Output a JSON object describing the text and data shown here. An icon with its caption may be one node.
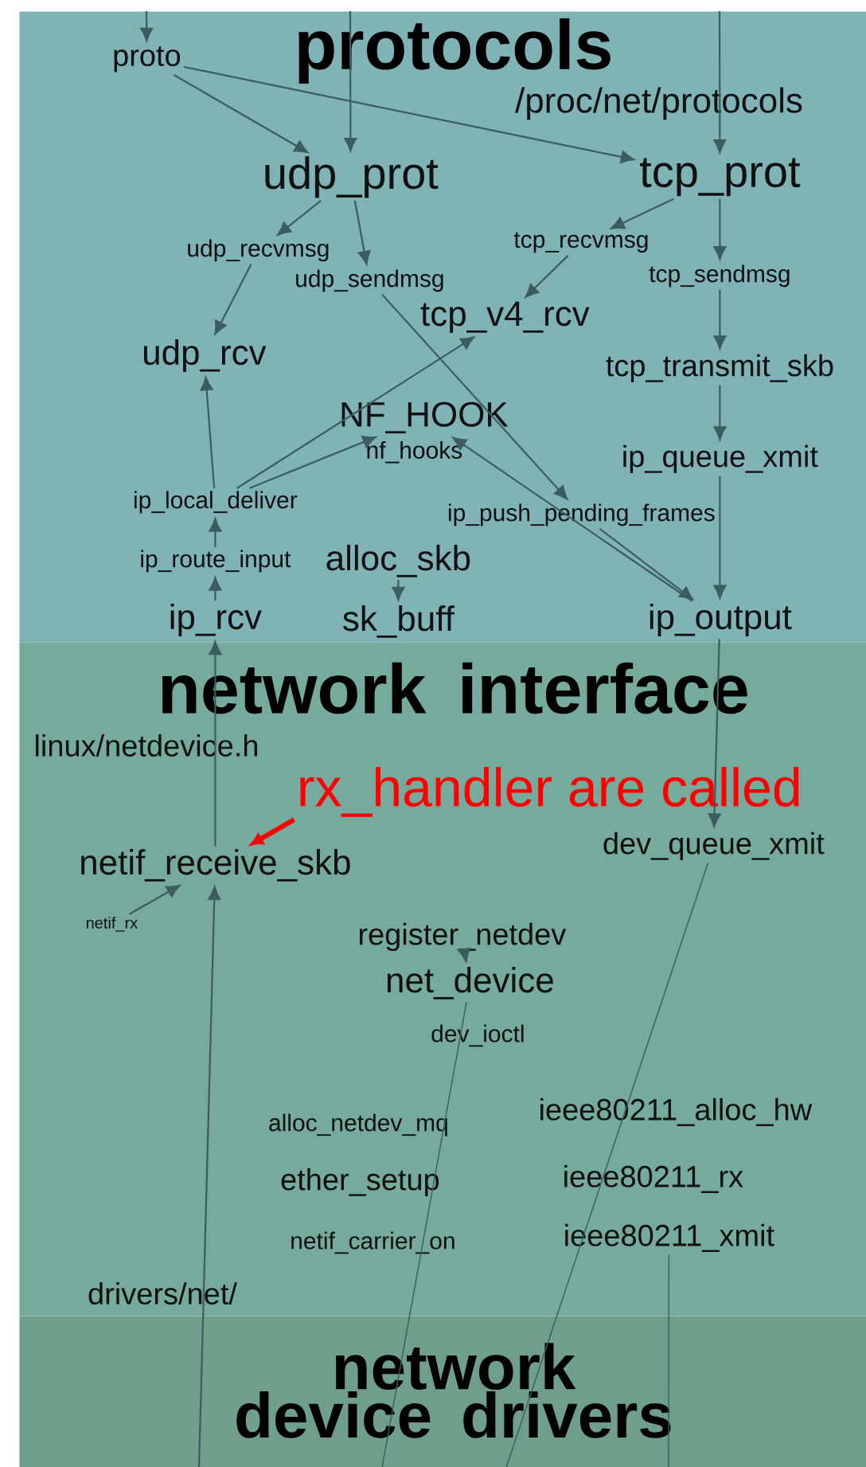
{
  "diagram": {
    "nodes": [
      {
        "text": [
          "protocols"
        ]
      },
      {
        "text": [
          "network interface"
        ]
      },
      {
        "text": [
          "network device drivers"
        ]
      },
      {
        "text": [
          "proto"
        ],
        "in": 0
      },
      {
        "text": [
          "udp_prot"
        ],
        "in": 0
      },
      {
        "text": [
          "tcp_prot"
        ],
        "in": 0
      },
      {
        "text": [
          "udp_recvmsg"
        ],
        "in": 0
      },
      {
        "text": [
          "tcp_recvmsg"
        ],
        "in": 0
      },
      {
        "text": [
          "tcp_sendmsg"
        ],
        "in": 0
      },
      {
        "text": [
          "udp_sendmsg"
        ],
        "in": 0
      },
      {
        "text": [
          "tcp_v4_rcv"
        ],
        "in": 0
      },
      {
        "text": [
          "udp_rcv"
        ],
        "in": 0
      },
      {
        "text": [
          "tcp_transmit_skb"
        ],
        "in": 0
      },
      {
        "text": [
          "NF_HOOK"
        ],
        "beside": [
          "nf_hooks"
        ],
        "in": 0
      },
      {
        "text": [
          "ip_queue_xmit"
        ],
        "in": 0
      },
      {
        "text": [
          "ip_local_deliver"
        ],
        "in": 0
      },
      {
        "text": [
          "ip_push_pending_frames"
        ],
        "in": 0
      },
      {
        "text": [
          "ip_route_input"
        ],
        "in": 0
      },
      {
        "text": [
          "alloc_skb"
        ],
        "in": 0
      },
      {
        "text": [
          "ip_rcv"
        ],
        "in": 0
      },
      {
        "text": [
          "sk_buff"
        ],
        "in": 0
      },
      {
        "text": [
          "ip_output"
        ],
        "in": 0
      },
      {
        "text": [
          "rx_handler are called"
        ],
        "in": 1
      },
      {
        "text": [
          "dev_queue_xmit"
        ],
        "in": 1
      },
      {
        "text": [
          "netif_receive_skb"
        ],
        "in": 1
      },
      {
        "text": [
          "netif_rx"
        ],
        "in": 1
      },
      {
        "text": [
          "register_netdev"
        ],
        "in": 1
      },
      {
        "text": [
          "net_device"
        ],
        "in": 1
      },
      {
        "text": [
          "dev_ioctl"
        ],
        "in": 1
      },
      {
        "text": [
          "ieee80211_alloc_hw"
        ],
        "in": 1
      },
      {
        "text": [
          "alloc_netdev_mq"
        ],
        "in": 1
      },
      {
        "text": [
          "ieee80211_rx"
        ],
        "in": 1
      },
      {
        "text": [
          "ether_setup"
        ],
        "in": 1
      },
      {
        "text": [
          "ieee80211_xmit"
        ],
        "in": 1
      },
      {
        "text": [
          "netif_carrier_on"
        ],
        "in": 1
      }
    ],
    "edges": [
      {
        "from": null,
        "to": 3,
        "arrow": "to"
      },
      {
        "from": null,
        "to": 4,
        "arrow": "to"
      },
      {
        "from": null,
        "to": 5,
        "arrow": "to"
      },
      {
        "from": 3,
        "to": 4,
        "arrow": "to"
      },
      {
        "from": 3,
        "to": 5,
        "arrow": "to"
      },
      {
        "from": 4,
        "to": 6,
        "arrow": "to"
      },
      {
        "from": 4,
        "to": 9,
        "arrow": "to"
      },
      {
        "from": 5,
        "to": 7,
        "arrow": "to"
      },
      {
        "from": 5,
        "to": 8,
        "arrow": "to"
      },
      {
        "from": 6,
        "to": 11,
        "arrow": "to"
      },
      {
        "from": 7,
        "to": 10,
        "arrow": "to"
      },
      {
        "from": 8,
        "to": 12,
        "arrow": "to"
      },
      {
        "from": 9,
        "to": 16,
        "arrow": "to"
      },
      {
        "from": 12,
        "to": 14,
        "arrow": "to"
      },
      {
        "from": 14,
        "to": 21,
        "arrow": "to"
      },
      {
        "from": 15,
        "to": 11,
        "arrow": "to"
      },
      {
        "from": 15,
        "to": 10,
        "arrow": "to"
      },
      {
        "from": 15,
        "to": 13,
        "arrow": "to"
      },
      {
        "from": 21,
        "to": 13,
        "arrow": "to"
      },
      {
        "from": 16,
        "to": 21,
        "arrow": "to"
      },
      {
        "from": 17,
        "to": 15,
        "arrow": "to"
      },
      {
        "from": 19,
        "to": 17,
        "arrow": "to"
      },
      {
        "from": 18,
        "to": 20,
        "arrow": "to"
      },
      {
        "from": 22,
        "to": 24,
        "arrow": "to",
        "style": "thick",
        "color": "#ff0000"
      },
      {
        "from": 24,
        "to": 19,
        "arrow": "to"
      },
      {
        "from": 25,
        "to": 24,
        "arrow": "to"
      },
      {
        "from": 21,
        "to": 23,
        "arrow": "to"
      },
      {
        "from": 26,
        "to": 27,
        "arrow": "to"
      },
      {
        "from": 2,
        "to": 24,
        "arrow": "to"
      },
      {
        "from": 27,
        "to": 2,
        "arrow": "none"
      },
      {
        "from": 23,
        "to": 2,
        "arrow": "none"
      },
      {
        "from": 33,
        "to": 2,
        "arrow": "none"
      }
    ],
    "labels": [
      "/proc/net/protocols",
      "linux/netdevice.h",
      "drivers/net/"
    ]
  }
}
